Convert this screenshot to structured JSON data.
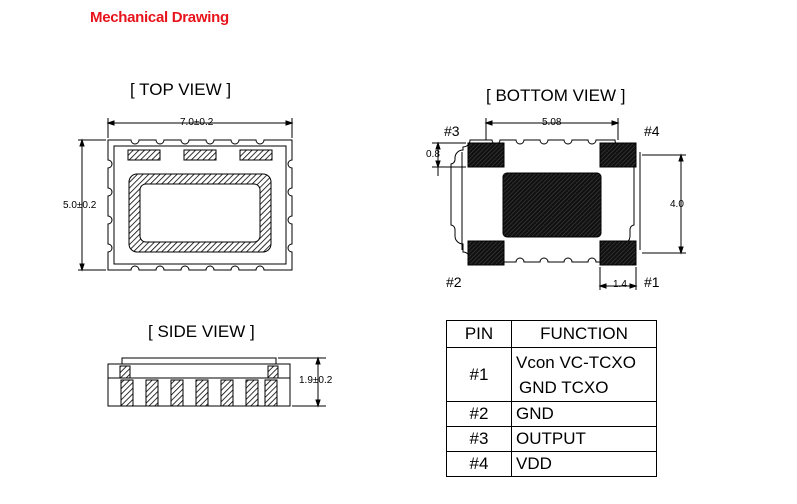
{
  "title": "Mechanical Drawing",
  "colors": {
    "title": "#e8141c",
    "line": "#000000",
    "pad_fill": "#1a1a1a"
  },
  "top_view": {
    "label": "[ TOP  VIEW ]",
    "width_dim": "7.0±0.2",
    "height_dim": "5.0±0.2"
  },
  "bottom_view": {
    "label": "[ BOTTOM  VIEW ]",
    "pin_spacing_dim": "5.08",
    "pad_height_dim": "0.8",
    "row_spacing_dim": "4.0",
    "pad_width_dim": "1.4",
    "pin_labels": {
      "p1": "#1",
      "p2": "#2",
      "p3": "#3",
      "p4": "#4"
    }
  },
  "side_view": {
    "label": "[ SIDE  VIEW ]",
    "height_dim": "1.9±0.2"
  },
  "pin_table": {
    "headers": {
      "pin": "PIN",
      "function": "FUNCTION"
    },
    "rows": [
      {
        "pin": "#1",
        "function_lines": [
          "Vcon VC-TCXO",
          "GND  TCXO"
        ]
      },
      {
        "pin": "#2",
        "function_lines": [
          "GND"
        ]
      },
      {
        "pin": "#3",
        "function_lines": [
          "OUTPUT"
        ]
      },
      {
        "pin": "#4",
        "function_lines": [
          "VDD"
        ]
      }
    ]
  }
}
